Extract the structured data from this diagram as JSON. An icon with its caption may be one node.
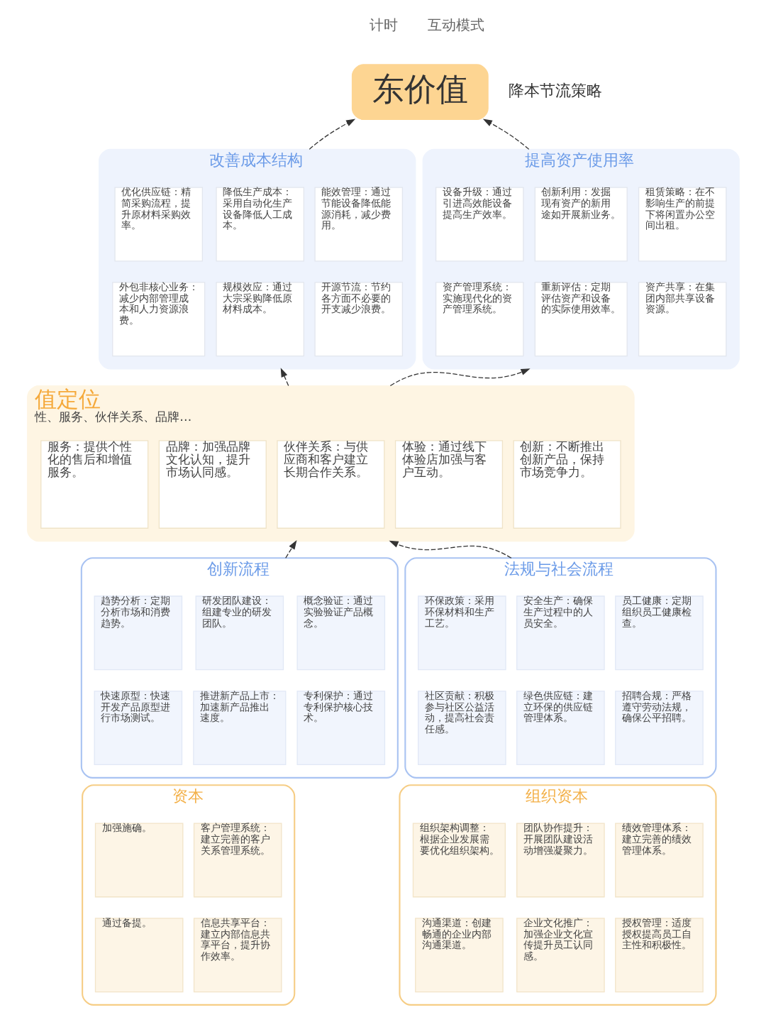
{
  "diagram": {
    "nodes": [
      {
        "text": [
          "东价值"
        ]
      },
      {
        "text": [
          "改善成本结构"
        ]
      },
      {
        "text": [
          "优化供应链：精简采购流程，提升原材料采购效率。"
        ],
        "in": 1
      },
      {
        "text": [
          "降低生产成本：采用自动化生产设备降低人工成本。"
        ],
        "in": 1
      },
      {
        "text": [
          "能效管理：通过节能设备降低能源消耗，减少费用。"
        ],
        "in": 1
      },
      {
        "text": [
          "外包非核心业务：减少内部管理成本和人力资源浪费。"
        ],
        "in": 1
      },
      {
        "text": [
          "规模效应：通过大宗采购降低原材料成本。"
        ],
        "in": 1
      },
      {
        "text": [
          "开源节流：节约各方面不必要的开支减少浪费。"
        ],
        "in": 1
      },
      {
        "text": [
          "提高资产使用率"
        ]
      },
      {
        "text": [
          "设备升级：通过引进高效能设备提高生产效率。"
        ],
        "in": 8
      },
      {
        "text": [
          "创新利用：发掘现有资产的新用途如开展新业务。"
        ],
        "in": 8
      },
      {
        "text": [
          "租赁策略：在不影响生产的前提下将闲置办公空间出租。"
        ],
        "in": 8
      },
      {
        "text": [
          "资产管理系统：实施现代化的资产管理系统。"
        ],
        "in": 8
      },
      {
        "text": [
          "重新评估：定期评估资产和设备的实际使用效率。"
        ],
        "in": 8
      },
      {
        "text": [
          "资产共享：在集团内部共享设备资源。"
        ],
        "in": 8
      },
      {
        "text": [
          "值定位",
          "性、服务、伙伴关系、品牌…"
        ]
      },
      {
        "text": [
          "服务：提供个性化的售后和增值服务。"
        ],
        "in": 15
      },
      {
        "text": [
          "品牌：加强品牌文化认知，提升市场认同感。"
        ],
        "in": 15
      },
      {
        "text": [
          "伙伴关系：与供应商和客户建立长期合作关系。"
        ],
        "in": 15
      },
      {
        "text": [
          "体验：通过线下体验店加强与客户互动。"
        ],
        "in": 15
      },
      {
        "text": [
          "创新：不断推出创新产品，保持市场竞争力。"
        ],
        "in": 15
      },
      {
        "text": [
          "创新流程"
        ]
      },
      {
        "text": [
          "趋势分析：定期分析市场和消费趋势。"
        ],
        "in": 21
      },
      {
        "text": [
          "研发团队建设：组建专业的研发团队。"
        ],
        "in": 21
      },
      {
        "text": [
          "概念验证：通过实验验证产品概念。"
        ],
        "in": 21
      },
      {
        "text": [
          "快速原型：快速开发产品原型进行市场测试。"
        ],
        "in": 21
      },
      {
        "text": [
          "推进新产品上市：加速新产品推出速度。"
        ],
        "in": 21
      },
      {
        "text": [
          "专利保护：通过专利保护核心技术。"
        ],
        "in": 21
      },
      {
        "text": [
          "法规与社会流程"
        ]
      },
      {
        "text": [
          "环保政策：采用环保材料和生产工艺。"
        ],
        "in": 28
      },
      {
        "text": [
          "安全生产：确保生产过程中的人员安全。"
        ],
        "in": 28
      },
      {
        "text": [
          "员工健康：定期组织员工健康检查。"
        ],
        "in": 28
      },
      {
        "text": [
          "社区贡献：积极参与社区公益活动，提高社会责任感。"
        ],
        "in": 28
      },
      {
        "text": [
          "绿色供应链：建立环保的供应链管理体系。"
        ],
        "in": 28
      },
      {
        "text": [
          "招聘合规：严格遵守劳动法规，确保公平招聘。"
        ],
        "in": 28
      },
      {
        "text": [
          "资本"
        ]
      },
      {
        "text": [
          "加强施确。"
        ],
        "in": 35
      },
      {
        "text": [
          "客户管理系统：建立完善的客户关系管理系统。"
        ],
        "in": 35
      },
      {
        "text": [
          "通过备提。"
        ],
        "in": 35
      },
      {
        "text": [
          "信息共享平台：建立内部信息共享平台，提升协作效率。"
        ],
        "in": 35
      },
      {
        "text": [
          "组织资本"
        ]
      },
      {
        "text": [
          "组织架构调整：根据企业发展需要优化组织架构。"
        ],
        "in": 40
      },
      {
        "text": [
          "团队协作提升：开展团队建设活动增强凝聚力。"
        ],
        "in": 40
      },
      {
        "text": [
          "绩效管理体系：建立完善的绩效管理体系。"
        ],
        "in": 40
      },
      {
        "text": [
          "沟通渠道：创建畅通的企业内部沟通渠道。"
        ],
        "in": 40
      },
      {
        "text": [
          "企业文化推广：加强企业文化宣传提升员工认同感。"
        ],
        "in": 40
      },
      {
        "text": [
          "授权管理：适度授权提高员工自主性和积极性。"
        ],
        "in": 40
      }
    ],
    "edges": [
      {
        "from": 1,
        "to": 0,
        "arrow": "to",
        "style": "dashed"
      },
      {
        "from": 8,
        "to": 0,
        "arrow": "to",
        "style": "dashed"
      },
      {
        "from": 15,
        "to": 1,
        "arrow": "to",
        "style": "dashed"
      },
      {
        "from": 15,
        "to": 8,
        "arrow": "to",
        "style": "dashed"
      },
      {
        "from": 21,
        "to": 15,
        "arrow": "to",
        "style": "dashed"
      },
      {
        "from": 28,
        "to": 15,
        "arrow": "to",
        "style": "dashed"
      }
    ],
    "labels": [
      "计时",
      "互动模式",
      "降本节流策略"
    ]
  }
}
